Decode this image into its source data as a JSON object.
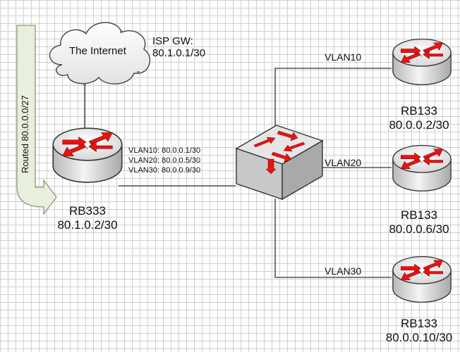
{
  "internet": {
    "label": "The Internet"
  },
  "isp_gateway": {
    "label": "ISP GW:",
    "address": "80.1.0.1/30"
  },
  "core_router": {
    "name": "RB333",
    "address": "80.1.0.2/30",
    "interfaces": [
      "VLAN10: 80.0.0.1/30",
      "VLAN20: 80.0.0.5/30",
      "VLAN30: 80.0.0.9/30"
    ]
  },
  "routed_arrow": {
    "label": "Routed 80.0.0.0/27"
  },
  "vlans": [
    {
      "label": "VLAN10"
    },
    {
      "label": "VLAN20"
    },
    {
      "label": "VLAN30"
    }
  ],
  "access_routers": [
    {
      "name": "RB133",
      "address": "80.0.0.2/30"
    },
    {
      "name": "RB133",
      "address": "80.0.0.6/30"
    },
    {
      "name": "RB133",
      "address": "80.0.0.10/30"
    }
  ],
  "colors": {
    "arrow_red": "#e51414",
    "device_gray": "#e6e6e6",
    "switch_gray": "#d4d4d4",
    "routed_arrow_fill": "#e8efdc",
    "routed_arrow_stroke": "#8a9a78"
  },
  "icons": {
    "router": "router-icon",
    "switch": "switch-icon",
    "cloud": "cloud-icon"
  }
}
